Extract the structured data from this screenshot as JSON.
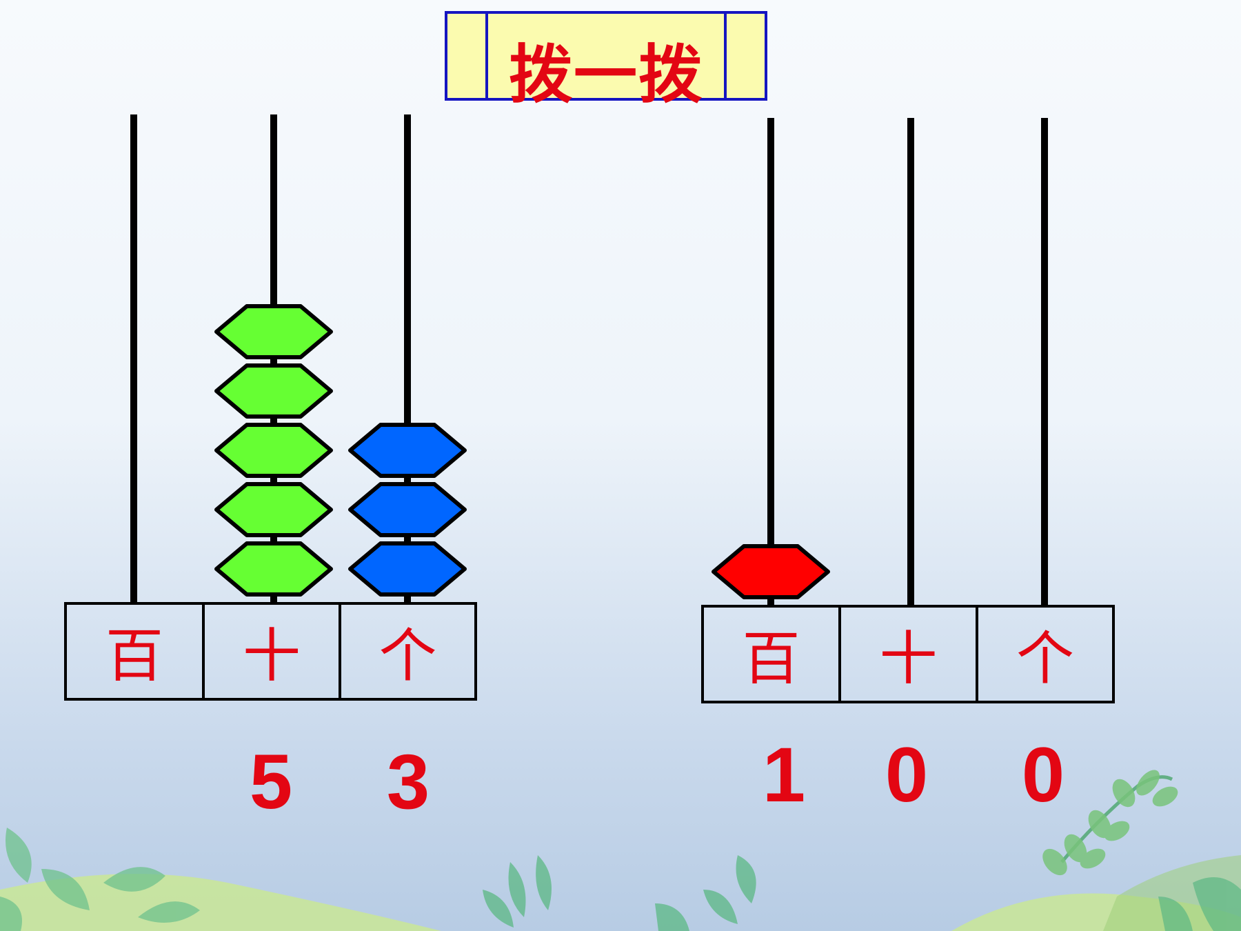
{
  "title": "拨一拨",
  "colors": {
    "title_text": "#e30613",
    "title_fill": "#fbfbaf",
    "title_border": "#1515c0",
    "label_text": "#e30613",
    "tens_bead": "#66ff33",
    "ones_bead": "#0066ff",
    "hundreds_bead": "#ff0000",
    "rod": "#000000"
  },
  "abacuses": [
    {
      "place_labels": [
        "百",
        "十",
        "个"
      ],
      "beads": {
        "hundreds": 0,
        "tens": 5,
        "ones": 3
      },
      "digits": [
        "5",
        "3"
      ]
    },
    {
      "place_labels": [
        "百",
        "十",
        "个"
      ],
      "beads": {
        "hundreds": 1,
        "tens": 0,
        "ones": 0
      },
      "digits": [
        "1",
        "0",
        "0"
      ]
    }
  ],
  "background": {
    "decoration": "plant-leaves"
  }
}
